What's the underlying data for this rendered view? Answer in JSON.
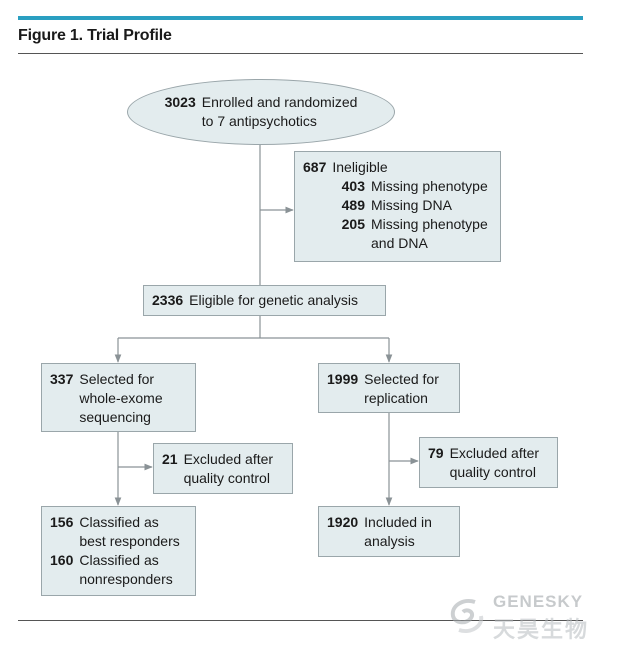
{
  "figure": {
    "title": "Figure 1. Trial Profile"
  },
  "enrolled": {
    "n": "3023",
    "line1": "Enrolled and randomized",
    "line2": "to 7 antipsychotics"
  },
  "ineligible": {
    "n": "687",
    "label": "Ineligible",
    "items": [
      {
        "n": "403",
        "label": "Missing phenotype"
      },
      {
        "n": "489",
        "label": "Missing DNA"
      },
      {
        "n": "205",
        "label": "Missing phenotype",
        "label2": "and DNA"
      }
    ]
  },
  "eligible": {
    "n": "2336",
    "label": "Eligible for genetic analysis"
  },
  "wes": {
    "n": "337",
    "line1": "Selected for",
    "line2": "whole-exome",
    "line3": "sequencing"
  },
  "replication": {
    "n": "1999",
    "line1": "Selected for",
    "line2": "replication"
  },
  "excluded_wes": {
    "n": "21",
    "line1": "Excluded after",
    "line2": "quality control"
  },
  "excluded_rep": {
    "n": "79",
    "line1": "Excluded after",
    "line2": "quality control"
  },
  "classified": {
    "items": [
      {
        "n": "156",
        "line1": "Classified as",
        "line2": "best responders"
      },
      {
        "n": "160",
        "line1": "Classified as",
        "line2": "nonresponders"
      }
    ]
  },
  "included": {
    "n": "1920",
    "line1": "Included in",
    "line2": "analysis"
  },
  "watermark": {
    "en": "GENESKY",
    "cn": "天昊生物"
  },
  "colors": {
    "accent": "#2a9fc1",
    "box_fill": "#e3ecee",
    "box_border": "#9aa6aa",
    "line": "#8a9296"
  }
}
